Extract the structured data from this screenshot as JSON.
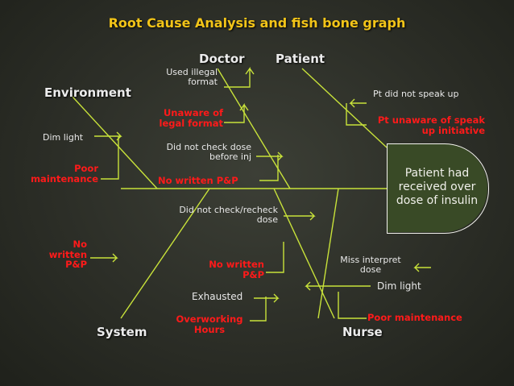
{
  "title": "Root Cause Analysis and fish bone graph",
  "effect": "Patient had received over dose of insulin",
  "categories": {
    "environment": "Environment",
    "doctor": "Doctor",
    "patient": "Patient",
    "system": "System",
    "nurse": "Nurse"
  },
  "causes": {
    "used_illegal_format": "Used illegal format",
    "unaware_legal_format": "Unaware of legal format",
    "did_not_check_dose": "Did not check dose before inj",
    "no_written_pp_doctor": "No written P&P",
    "dim_light_env": "Dim light",
    "poor_maintenance_env": "Poor maintenance",
    "pt_not_speak": "Pt did not speak up",
    "pt_unaware_speak": "Pt unaware of speak up initiative",
    "did_not_recheck": "Did not check/recheck dose",
    "no_written_pp_system": "No written P&P",
    "no_written_pp_system2": "No written P&P",
    "exhausted": "Exhausted",
    "overworking_hours": "Overworking Hours",
    "miss_interpret": "Miss interpret dose",
    "dim_light_nurse": "Dim light",
    "poor_maintenance_nurse": "Poor maintenance"
  },
  "colors": {
    "title": "#f2c418",
    "bones": "#c8e23a",
    "highlight": "#ff1a1a",
    "head": "#f4f4ee"
  }
}
